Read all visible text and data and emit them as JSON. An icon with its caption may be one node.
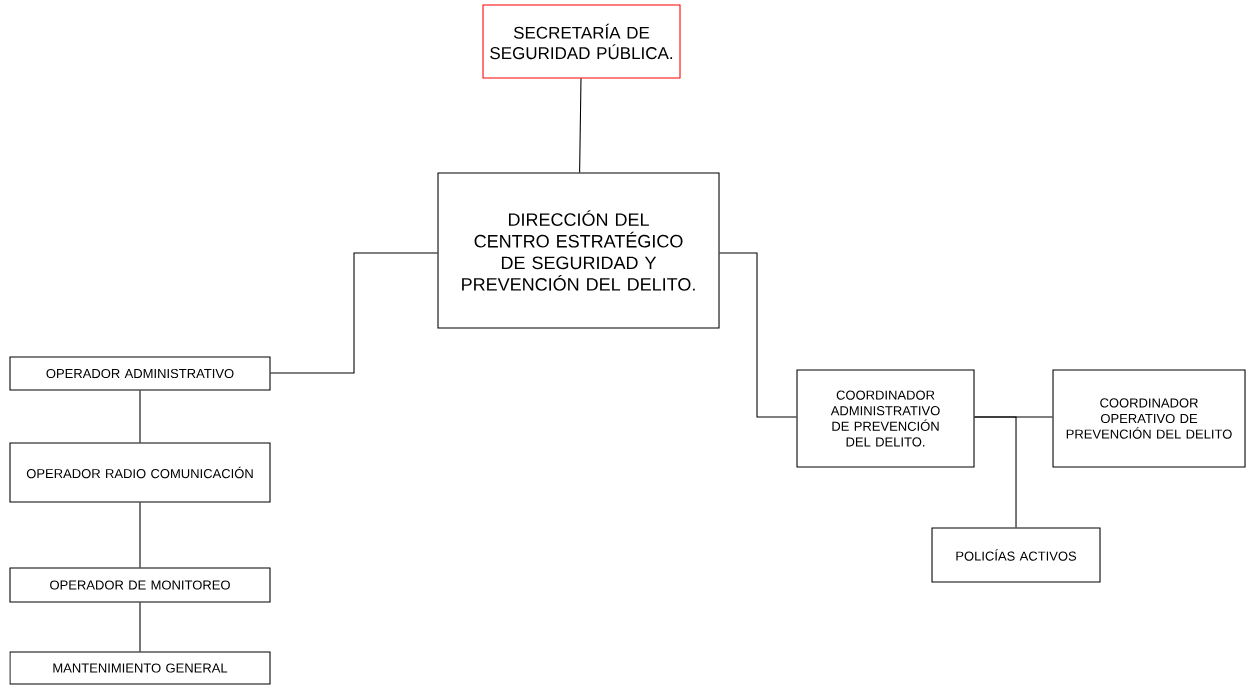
{
  "diagram": {
    "nodes": [
      {
        "text": [
          "SECRETARÍA DE SEGURIDAD PÚBLICA."
        ]
      },
      {
        "text": [
          "DIRECCIÓN DEL CENTRO ESTRATÉGICO DE SEGURIDAD Y PREVENCIÓN DEL DELITO."
        ]
      },
      {
        "text": [
          "OPERADOR ADMINISTRATIVO"
        ]
      },
      {
        "text": [
          "OPERADOR RADIO COMUNICACIÓN"
        ]
      },
      {
        "text": [
          "OPERADOR DE MONITOREO"
        ]
      },
      {
        "text": [
          "MANTENIMIENTO GENERAL"
        ]
      },
      {
        "text": [
          "COORDINADOR ADMINISTRATIVO DE PREVENCIÓN DEL DELITO."
        ]
      },
      {
        "text": [
          "COORDINADOR OPERATIVO DE PREVENCIÓN DEL DELITO"
        ]
      },
      {
        "text": [
          "POLICÍAS ACTIVOS"
        ]
      }
    ],
    "edges": [
      {
        "from": 0,
        "to": 1,
        "arrow": "none"
      },
      {
        "from": 1,
        "to": 2,
        "arrow": "none"
      },
      {
        "from": 2,
        "to": 3,
        "arrow": "none"
      },
      {
        "from": 3,
        "to": 4,
        "arrow": "none"
      },
      {
        "from": 4,
        "to": 5,
        "arrow": "none"
      },
      {
        "from": 1,
        "to": 6,
        "arrow": "none"
      },
      {
        "from": 6,
        "to": 7,
        "arrow": "none"
      },
      {
        "from": 6,
        "to": 8,
        "arrow": "none"
      }
    ]
  }
}
